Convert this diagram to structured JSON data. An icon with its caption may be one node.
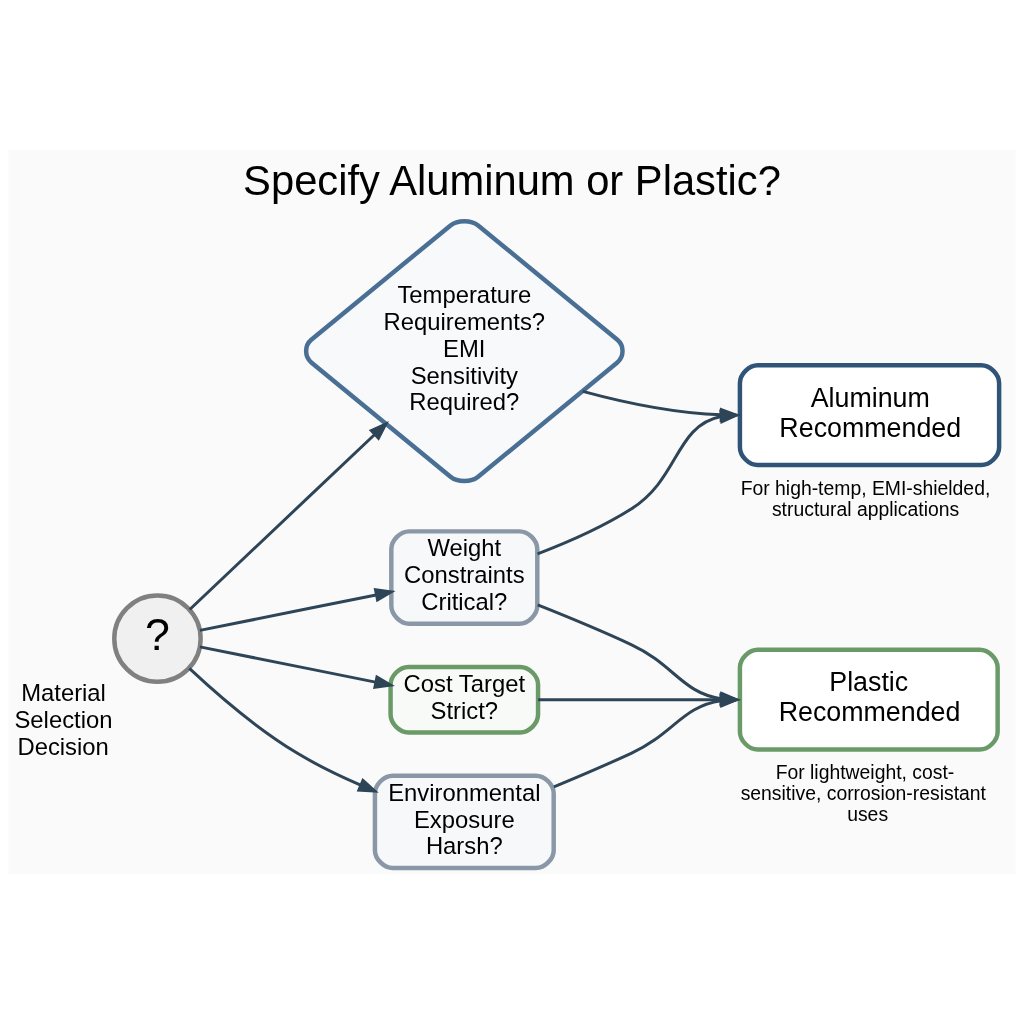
{
  "diagram": {
    "title": "Specify Aluminum or Plastic?",
    "nodes": [
      {
        "text": [
          "?"
        ],
        "beside": [
          "Material Selection Decision"
        ]
      },
      {
        "text": [
          "Temperature Requirements?",
          "EMI Sensitivity Required?"
        ]
      },
      {
        "text": [
          "Weight Constraints Critical?"
        ]
      },
      {
        "text": [
          "Cost Target Strict?"
        ]
      },
      {
        "text": [
          "Environmental Exposure Harsh?"
        ]
      },
      {
        "text": [
          "Aluminum Recommended"
        ],
        "beside": [
          "For high-temp, EMI-shielded, structural applications"
        ]
      },
      {
        "text": [
          "Plastic Recommended"
        ],
        "beside": [
          "For lightweight, cost-sensitive, corrosion-resistant uses"
        ]
      }
    ],
    "edges": [
      {
        "from": 0,
        "to": 1,
        "arrow": "to"
      },
      {
        "from": 0,
        "to": 2,
        "arrow": "to"
      },
      {
        "from": 0,
        "to": 3,
        "arrow": "to"
      },
      {
        "from": 0,
        "to": 4,
        "arrow": "to"
      },
      {
        "from": 1,
        "to": 5,
        "arrow": "to"
      },
      {
        "from": 2,
        "to": 5,
        "arrow": "to"
      },
      {
        "from": 2,
        "to": 6,
        "arrow": "to"
      },
      {
        "from": 3,
        "to": 6,
        "arrow": "to"
      },
      {
        "from": 4,
        "to": 6,
        "arrow": "to"
      }
    ]
  }
}
